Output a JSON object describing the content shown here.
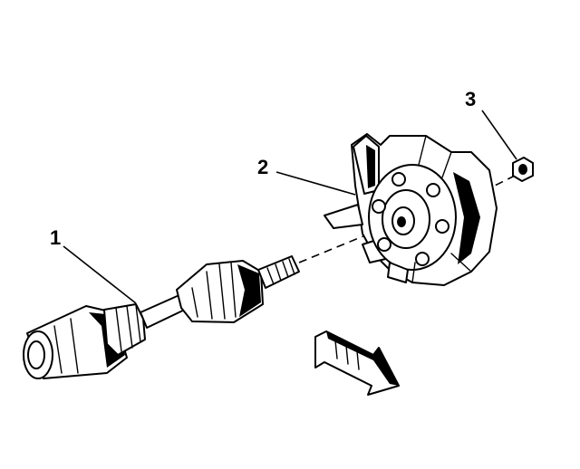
{
  "callouts": [
    {
      "id": "1",
      "label": "1"
    },
    {
      "id": "2",
      "label": "2"
    },
    {
      "id": "3",
      "label": "3"
    }
  ],
  "parts": {
    "1": "drive-axle-shaft",
    "2": "steering-knuckle-hub-assembly",
    "3": "hub-nut"
  },
  "icons": {
    "direction": "direction-arrow-icon"
  },
  "colors": {
    "ink": "#000000",
    "background": "#ffffff"
  }
}
